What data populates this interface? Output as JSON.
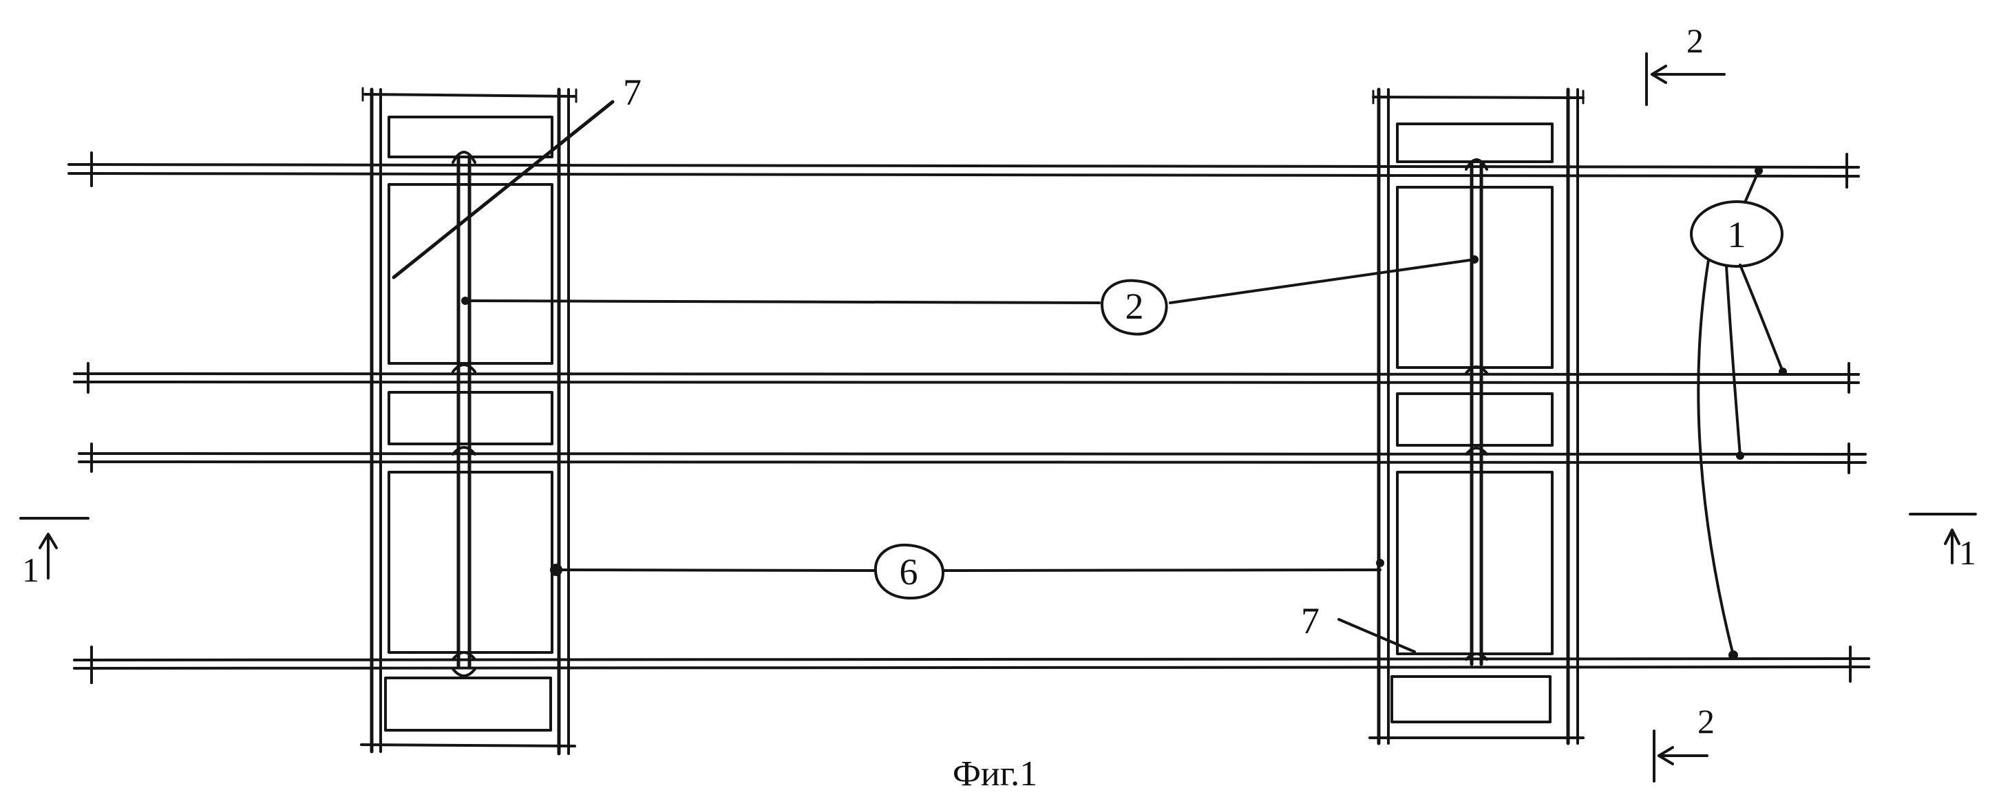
{
  "figure": {
    "caption": "Фиг.1"
  },
  "callouts": {
    "rails": "1",
    "crossbeam": "2",
    "tie": "6",
    "strut_left": "7",
    "strut_right": "7"
  },
  "section_marks": {
    "left": "1",
    "right": "1",
    "top": "2",
    "bottom": "2"
  }
}
